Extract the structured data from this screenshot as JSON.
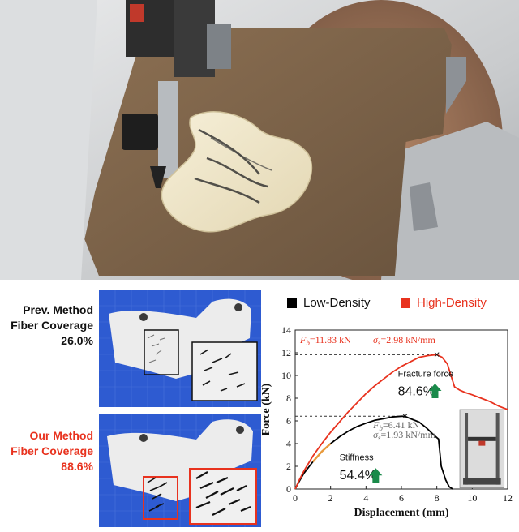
{
  "labels": {
    "prev_method": [
      "Prev. Method",
      "Fiber Coverage",
      "26.0%"
    ],
    "our_method": [
      "Our Method",
      "Fiber Coverage",
      "88.6%"
    ]
  },
  "chart_data": {
    "type": "line",
    "xlabel": "Displacement (mm)",
    "ylabel": "Force (kN)",
    "xlim": [
      0,
      12
    ],
    "ylim": [
      0,
      14
    ],
    "xticks": [
      0,
      2,
      4,
      6,
      8,
      10,
      12
    ],
    "yticks": [
      0,
      2,
      4,
      6,
      8,
      10,
      12,
      14
    ],
    "grid": false,
    "legend_position": "top",
    "series": [
      {
        "name": "Low-Density",
        "color": "#000000",
        "x": [
          0,
          0.2,
          0.5,
          1.0,
          1.5,
          2.0,
          2.5,
          3.0,
          3.5,
          4.0,
          4.5,
          5.0,
          5.5,
          6.0,
          6.2,
          6.5,
          7.0,
          7.4,
          7.8,
          8.1,
          8.25,
          8.5,
          8.7,
          8.9
        ],
        "y": [
          0,
          0.6,
          1.4,
          2.4,
          3.3,
          4.0,
          4.6,
          5.1,
          5.5,
          5.8,
          6.05,
          6.2,
          6.35,
          6.41,
          6.4,
          6.2,
          5.9,
          5.4,
          4.8,
          4.4,
          2.0,
          0.8,
          0.2,
          0
        ]
      },
      {
        "name": "High-Density",
        "color": "#e8321e",
        "x": [
          0,
          0.2,
          0.5,
          1.0,
          1.5,
          2.0,
          2.5,
          3.0,
          3.5,
          4.0,
          4.5,
          5.0,
          5.5,
          6.0,
          6.5,
          7.0,
          7.5,
          8.0,
          8.3,
          8.6,
          8.8,
          9.0,
          9.3,
          9.6,
          10.0,
          10.5,
          11.0,
          11.5,
          12.0
        ],
        "y": [
          0,
          0.7,
          1.6,
          2.9,
          4.0,
          5.0,
          5.9,
          6.8,
          7.6,
          8.4,
          9.1,
          9.7,
          10.3,
          10.8,
          11.2,
          11.6,
          11.75,
          11.83,
          11.6,
          11.0,
          10.0,
          9.0,
          8.7,
          8.5,
          8.3,
          8.0,
          7.7,
          7.3,
          7.0
        ]
      }
    ],
    "markers": [
      {
        "label": "×",
        "x": 6.2,
        "y": 6.41
      },
      {
        "label": "×",
        "x": 8.0,
        "y": 11.83
      }
    ],
    "stiffness_segments": [
      {
        "x": [
          0.8,
          2.2
        ],
        "color": "#e89a3c"
      }
    ],
    "annotations": {
      "high": {
        "fb": "F_b=11.83 kN",
        "sigma": "σ_s=2.98 kN/mm",
        "fb_label": "F",
        "fb_sub": "b",
        "fb_val": "=11.83 kN",
        "sigma_label": "σ",
        "sigma_sub": "s",
        "sigma_val": "=2.98 kN/mm"
      },
      "low": {
        "fb_label": "F",
        "fb_sub": "b",
        "fb_val": "=6.41 kN",
        "sigma_label": "σ",
        "sigma_sub": "s",
        "sigma_val": "=1.93 kN/mm"
      },
      "fracture_label": "Fracture force",
      "fracture_value": "84.6%",
      "stiffness_label": "Stiffness",
      "stiffness_value": "54.4%"
    }
  },
  "colors": {
    "accent_red": "#e8321e",
    "arrow_green": "#1a8a4a"
  },
  "icons": {
    "fracture_arrow": "up-arrow-icon",
    "stiffness_arrow": "up-arrow-icon"
  }
}
